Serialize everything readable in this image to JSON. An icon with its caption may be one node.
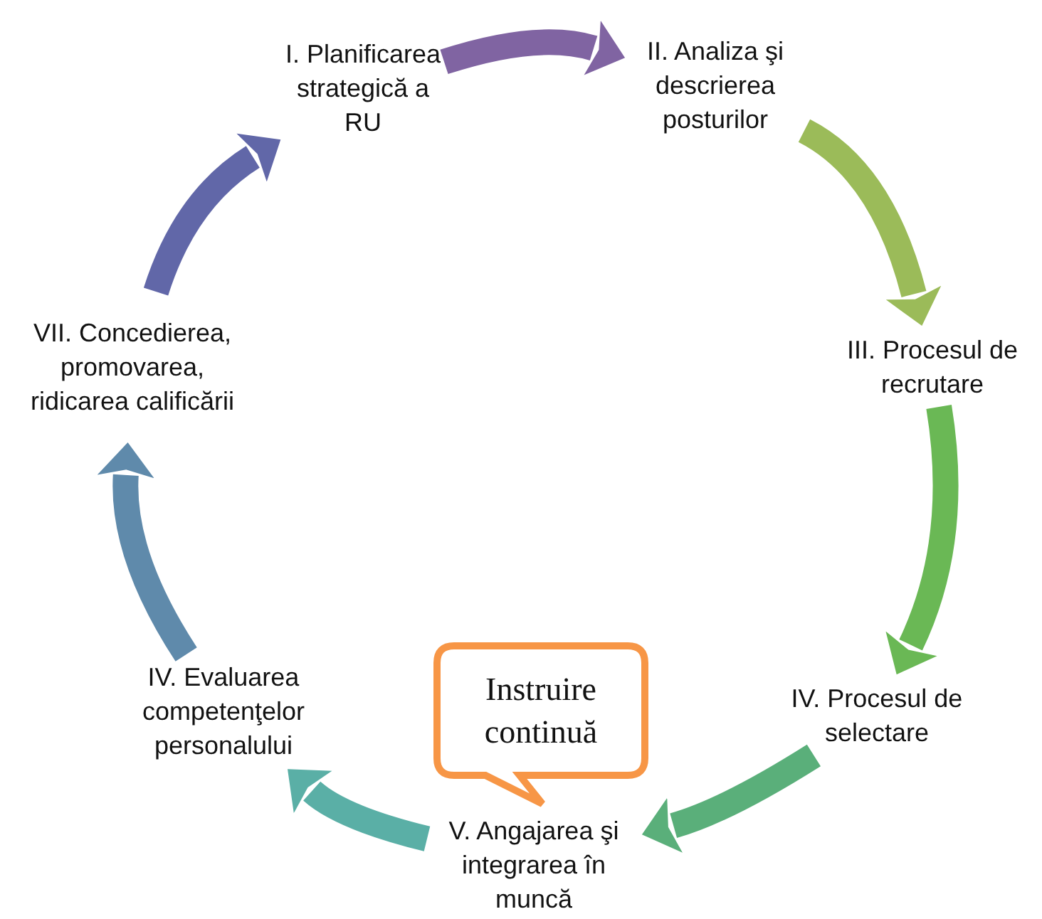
{
  "diagram": {
    "nodes": [
      {
        "text": [
          "I. Planificarea strategică a RU"
        ]
      },
      {
        "text": [
          "II. Analiza şi descrierea posturilor"
        ]
      },
      {
        "text": [
          "III. Procesul de recrutare"
        ]
      },
      {
        "text": [
          "IV. Procesul de selectare"
        ]
      },
      {
        "text": [
          "V. Angajarea şi integrarea în muncă"
        ]
      },
      {
        "text": [
          "IV. Evaluarea competenţelor personalului"
        ]
      },
      {
        "text": [
          "VII. Concedierea, promovarea, ridicarea calificării"
        ]
      },
      {
        "text": [
          "Instruire continuă"
        ]
      }
    ],
    "edges": [
      {
        "from": 0,
        "to": 1,
        "arrow": "to",
        "color": "#8064a2"
      },
      {
        "from": 1,
        "to": 2,
        "arrow": "to",
        "color": "#9bbb59"
      },
      {
        "from": 2,
        "to": 3,
        "arrow": "to",
        "color": "#6ab855"
      },
      {
        "from": 3,
        "to": 4,
        "arrow": "to",
        "color": "#5aaf7a"
      },
      {
        "from": 4,
        "to": 5,
        "arrow": "to",
        "color": "#5aafa6"
      },
      {
        "from": 5,
        "to": 6,
        "arrow": "to",
        "color": "#5f8aab"
      },
      {
        "from": 6,
        "to": 0,
        "arrow": "to",
        "color": "#6167a8"
      }
    ]
  }
}
